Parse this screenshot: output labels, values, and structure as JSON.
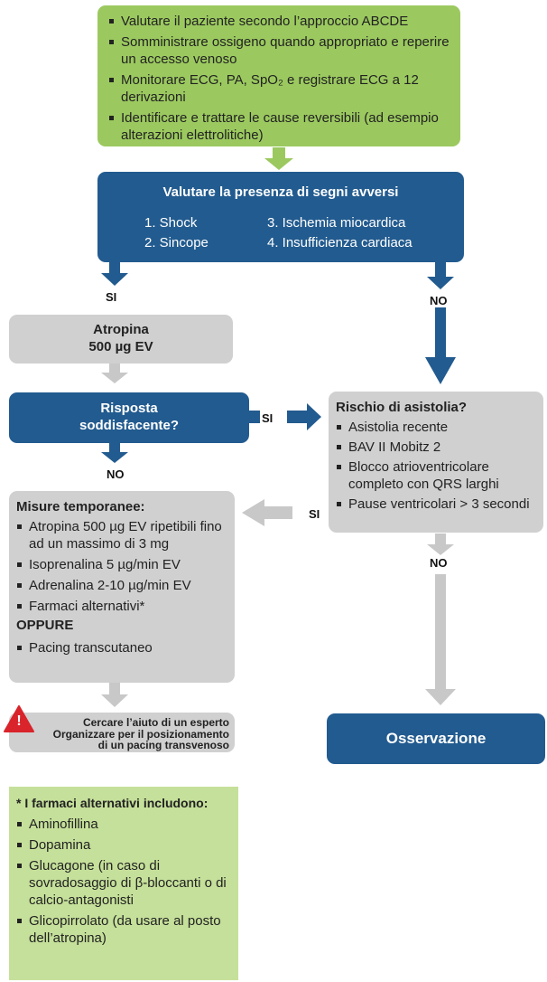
{
  "top_box": {
    "items": [
      "Valutare il paziente secondo l’approccio ABCDE",
      "Somministrare ossigeno quando appropriato e reperire un accesso venoso",
      "Monitorare ECG, PA, SpO₂ e registrare ECG a 12 derivazioni",
      "Identificare e trattare le cause reversibili (ad esempio alterazioni elettrolitiche)"
    ]
  },
  "adverse_box": {
    "title": "Valutare la presenza di segni avversi",
    "signs": [
      "1. Shock",
      "2. Sincope",
      "3. Ischemia miocardica",
      "4. Insufficienza cardiaca"
    ]
  },
  "labels": {
    "si": "SI",
    "no": "NO"
  },
  "atropine_box": {
    "line1": "Atropina",
    "line2": "500 µg EV"
  },
  "response_box": {
    "line1": "Risposta",
    "line2": "soddisfacente?"
  },
  "asystole_box": {
    "title": "Rischio di asistolia?",
    "items": [
      "Asistolia recente",
      "BAV II Mobitz 2",
      "Blocco atrioventricolare completo con QRS larghi",
      "Pause ventricolari > 3 secondi"
    ]
  },
  "measures_box": {
    "title": "Misure temporanee:",
    "items": [
      "Atropina 500 µg EV ripetibili fino ad un massimo di 3 mg",
      "Isoprenalina 5 µg/min EV",
      "Adrenalina 2-10 µg/min EV",
      "Farmaci alternativi*"
    ],
    "or_label": "OPPURE",
    "pacing": "Pacing transcutaneo"
  },
  "expert_box": {
    "warning_icon": "!",
    "line1": "Cercare l’aiuto di un esperto",
    "line2": "Organizzare per il posizionamento",
    "line3": "di un pacing transvenoso"
  },
  "observation_box": {
    "label": "Osservazione"
  },
  "alternatives_box": {
    "title": "* I farmaci alternativi includono:",
    "items": [
      "Aminofillina",
      "Dopamina",
      "Glucagone (in caso di sovradosaggio di β-bloccanti o di calcio-antagonisti",
      "Glicopirrolato (da usare al posto dell’atropina)"
    ]
  },
  "colors": {
    "green": "#9bc95f",
    "light_green": "#c5e09a",
    "blue": "#225b8f",
    "gray": "#d0d0d0",
    "arrow_gray": "#c8c8c8",
    "warning_red": "#d9242b"
  }
}
